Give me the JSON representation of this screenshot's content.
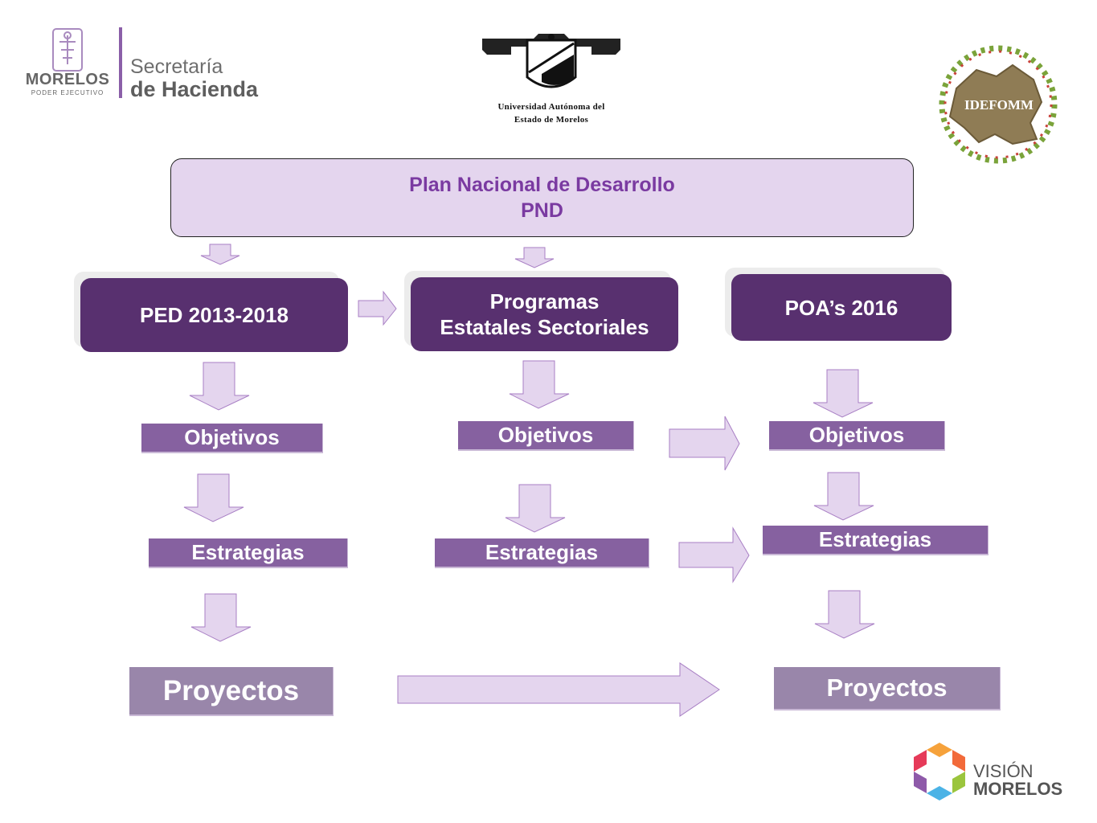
{
  "logos": {
    "morelos": {
      "word": "MORELOS",
      "sub": "PODER EJECUTIVO",
      "line1": "Secretaría",
      "line2": "de Hacienda"
    },
    "uaem": {
      "line1": "Universidad Autónoma del",
      "line2": "Estado de Morelos"
    },
    "idefomm": {
      "text": "IDEFOMM"
    },
    "vision": {
      "line1": "VISIÓN",
      "line2": "MORELOS"
    }
  },
  "diagram": {
    "pnd": {
      "line1": "Plan Nacional de Desarrollo",
      "line2": "PND"
    },
    "ped": {
      "label": "PED 2013-2018",
      "objetivos": "Objetivos",
      "estrategias": "Estrategias",
      "proyectos": "Proyectos"
    },
    "programas": {
      "line1": "Programas",
      "line2": "Estatales Sectoriales",
      "objetivos": "Objetivos",
      "estrategias": "Estrategias"
    },
    "poas": {
      "label": "POA’s 2016",
      "objetivos": "Objetivos",
      "estrategias": "Estrategias",
      "proyectos": "Proyectos"
    }
  },
  "colors": {
    "pnd_fill": "#e4d5ee",
    "pnd_text": "#7a3aa1",
    "dark_box": "#58306f",
    "bar": "#8661a0",
    "proyectos": "#9986aa",
    "arrow_fill": "#e4d5ee",
    "arrow_stroke": "#a87fc4"
  }
}
